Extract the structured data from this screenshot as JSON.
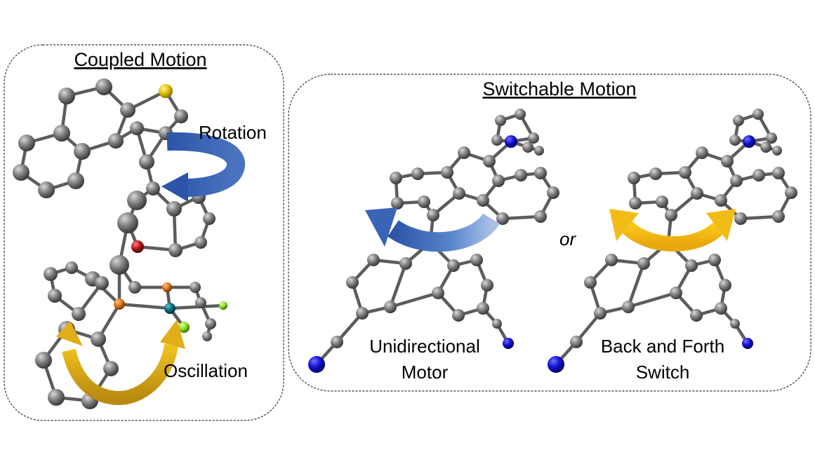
{
  "panels": {
    "coupled": {
      "title": "Coupled Motion",
      "rotation_label": "Rotation",
      "oscillation_label": "Oscillation"
    },
    "switchable": {
      "title": "Switchable Motion",
      "or_label": "or",
      "motor_label_line1": "Unidirectional",
      "motor_label_line2": "Motor",
      "switch_label_line1": "Back and Forth",
      "switch_label_line2": "Switch"
    }
  },
  "colors": {
    "carbon": "#6b6b6b",
    "bond": "#5a5a5a",
    "nitrogen": "#1010cc",
    "sulfur": "#e0c000",
    "oxygen": "#c01818",
    "phosphorus": "#d8741a",
    "metal": "#0a6a78",
    "halogen": "#88dd22",
    "blue_arrow": "#3a64b4",
    "gold_arrow": "#e8b818",
    "frame": "#333333"
  }
}
